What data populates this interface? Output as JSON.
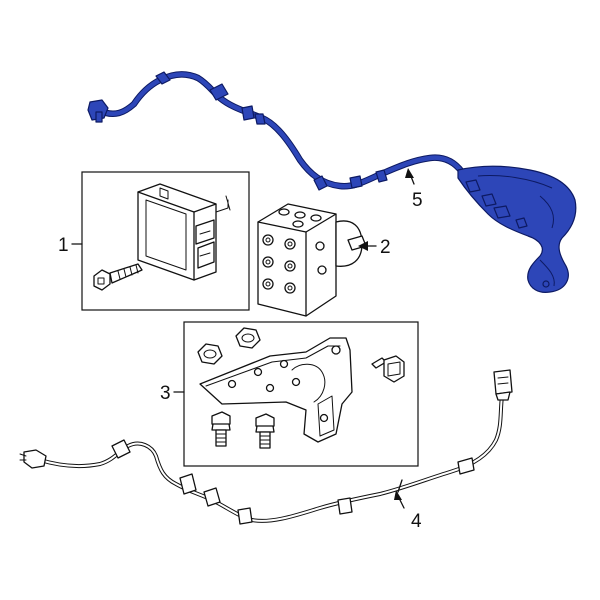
{
  "colors": {
    "highlight": "#2d46b8",
    "highlight_outline": "#0d1a63",
    "line": "#111111",
    "background": "#ffffff"
  },
  "callouts": [
    {
      "id": "1",
      "label": "1"
    },
    {
      "id": "2",
      "label": "2"
    },
    {
      "id": "3",
      "label": "3"
    },
    {
      "id": "4",
      "label": "4"
    },
    {
      "id": "5",
      "label": "5"
    }
  ]
}
